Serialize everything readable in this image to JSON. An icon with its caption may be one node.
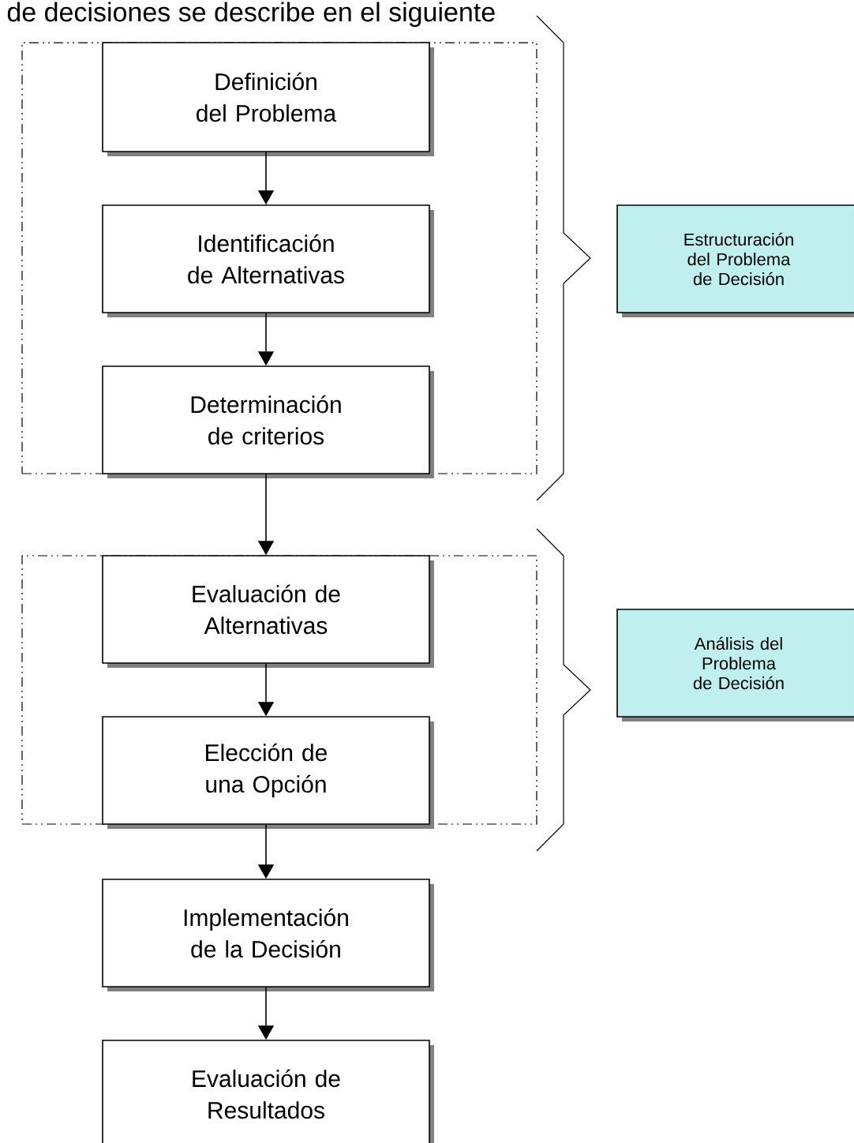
{
  "diagram": {
    "nodes": [
      {
        "text": [],
        "shape": "box"
      },
      {
        "text": [
          "Definición del Problema"
        ],
        "in": 0
      },
      {
        "text": [
          "Identificación de Alternativas"
        ],
        "in": 0
      },
      {
        "text": [
          "Determinación de criterios"
        ],
        "in": 0
      },
      {
        "text": [
          "Estructuración del Problema de Decisión"
        ]
      },
      {
        "text": [],
        "shape": "box"
      },
      {
        "text": [
          "Evaluación de Alternativas"
        ],
        "in": 5
      },
      {
        "text": [
          "Elección de una Opción"
        ],
        "in": 5
      },
      {
        "text": [
          "Análisis del Problema de Decisión"
        ]
      },
      {
        "text": [
          "Implementación de la Decisión"
        ]
      },
      {
        "text": [
          "Evaluación de Resultados"
        ]
      }
    ],
    "edges": [
      {
        "from": 1,
        "to": 2,
        "arrow": "to"
      },
      {
        "from": 2,
        "to": 3,
        "arrow": "to"
      },
      {
        "from": 3,
        "to": 6,
        "arrow": "to"
      },
      {
        "from": 6,
        "to": 7,
        "arrow": "to"
      },
      {
        "from": 7,
        "to": 9,
        "arrow": "to"
      },
      {
        "from": 9,
        "to": 10,
        "arrow": "to"
      }
    ],
    "labels": [
      "de decisiones se describe en el siguiente"
    ]
  }
}
